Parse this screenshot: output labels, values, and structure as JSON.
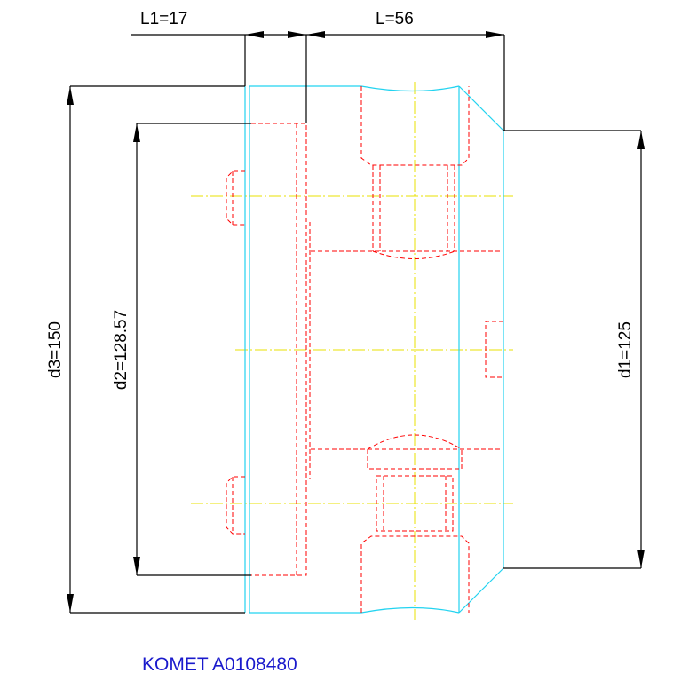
{
  "drawing": {
    "dimensions": {
      "L1": "L1=17",
      "L": "L=56",
      "d1": "d1=125",
      "d2": "d2=128.57",
      "d3": "d3=150"
    },
    "caption": "KOMET A0108480",
    "colors": {
      "outline": "#22d3f0",
      "hidden": "#ff0000",
      "centerline": "#e8e000",
      "dimension": "#000000",
      "caption": "#1a1acc"
    }
  }
}
